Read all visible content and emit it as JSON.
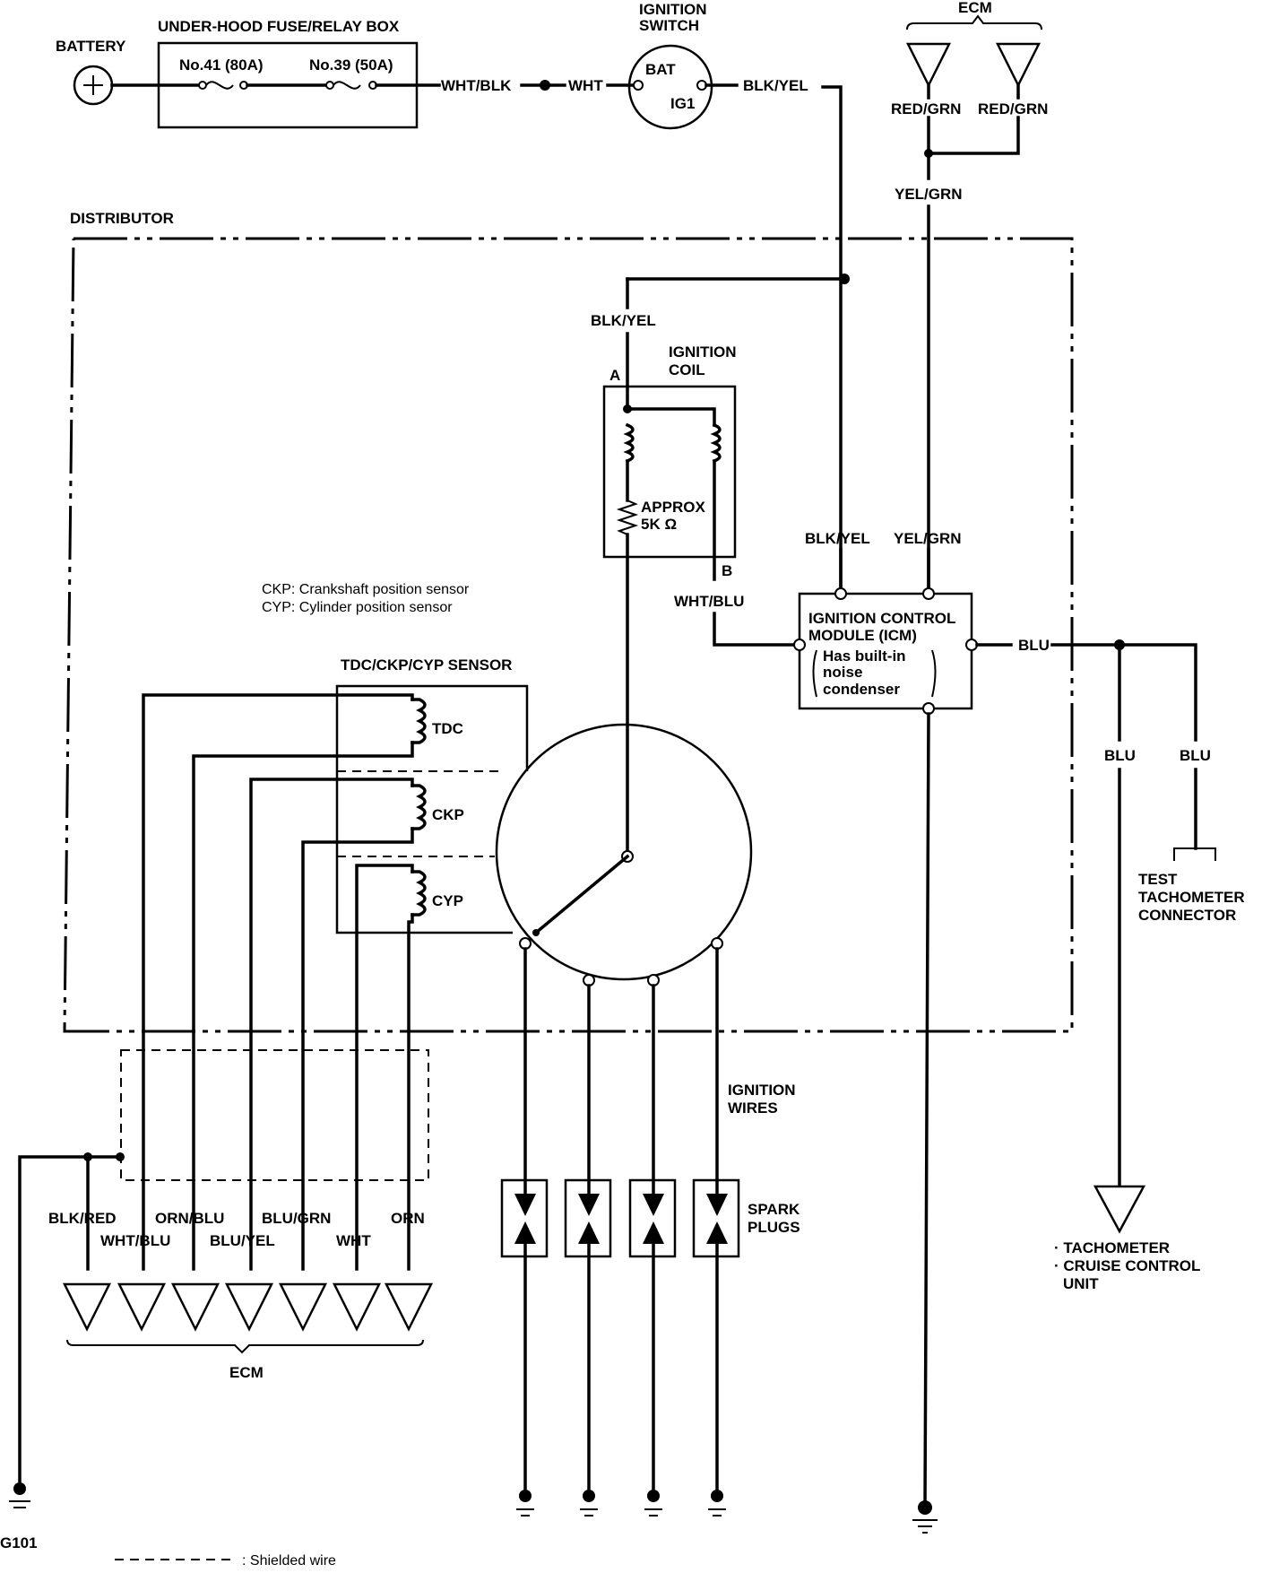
{
  "labels": {
    "battery": "BATTERY",
    "fuse_box": "UNDER-HOOD FUSE/RELAY BOX",
    "fuse41": "No.41 (80A)",
    "fuse39": "No.39 (50A)",
    "wht_blk": "WHT/BLK",
    "wht": "WHT",
    "ignition_switch_1": "IGNITION",
    "ignition_switch_2": "SWITCH",
    "bat": "BAT",
    "ig1": "IG1",
    "blk_yel_top": "BLK/YEL",
    "ecm_top": "ECM",
    "red_grn_1": "RED/GRN",
    "red_grn_2": "RED/GRN",
    "yel_grn_top": "YEL/GRN",
    "distributor": "DISTRIBUTOR",
    "blk_yel_coil": "BLK/YEL",
    "coil_a": "A",
    "coil_b": "B",
    "ignition_coil_1": "IGNITION",
    "ignition_coil_2": "COIL",
    "approx_1": "APPROX",
    "approx_2": "5K Ω",
    "blk_yel_icm": "BLK/YEL",
    "yel_grn_icm": "YEL/GRN",
    "wht_blu": "WHT/BLU",
    "icm_1": "IGNITION CONTROL",
    "icm_2": "MODULE (ICM)",
    "icm_3": "Has built-in",
    "icm_4": "noise",
    "icm_5": "condenser",
    "blu_main": "BLU",
    "blu_left": "BLU",
    "blu_right": "BLU",
    "ckp_def": "CKP: Crankshaft position sensor",
    "cyp_def": "CYP: Cylinder position sensor",
    "sensor_title": "TDC/CKP/CYP SENSOR",
    "tdc": "TDC",
    "ckp": "CKP",
    "cyp": "CYP",
    "test_1": "TEST",
    "test_2": "TACHOMETER",
    "test_3": "CONNECTOR",
    "ignition_wires_1": "IGNITION",
    "ignition_wires_2": "WIRES",
    "spark_1": "SPARK",
    "spark_2": "PLUGS",
    "blk_red": "BLK/RED",
    "wht_blu_ecm": "WHT/BLU",
    "orn_blu": "ORN/BLU",
    "blu_yel": "BLU/YEL",
    "blu_grn": "BLU/GRN",
    "wht_ecm": "WHT",
    "orn": "ORN",
    "ecm_bottom": "ECM",
    "tach_1": "· TACHOMETER",
    "tach_2": "· CRUISE CONTROL",
    "tach_3": "UNIT",
    "ground": "G101",
    "shielded": ": Shielded wire"
  }
}
